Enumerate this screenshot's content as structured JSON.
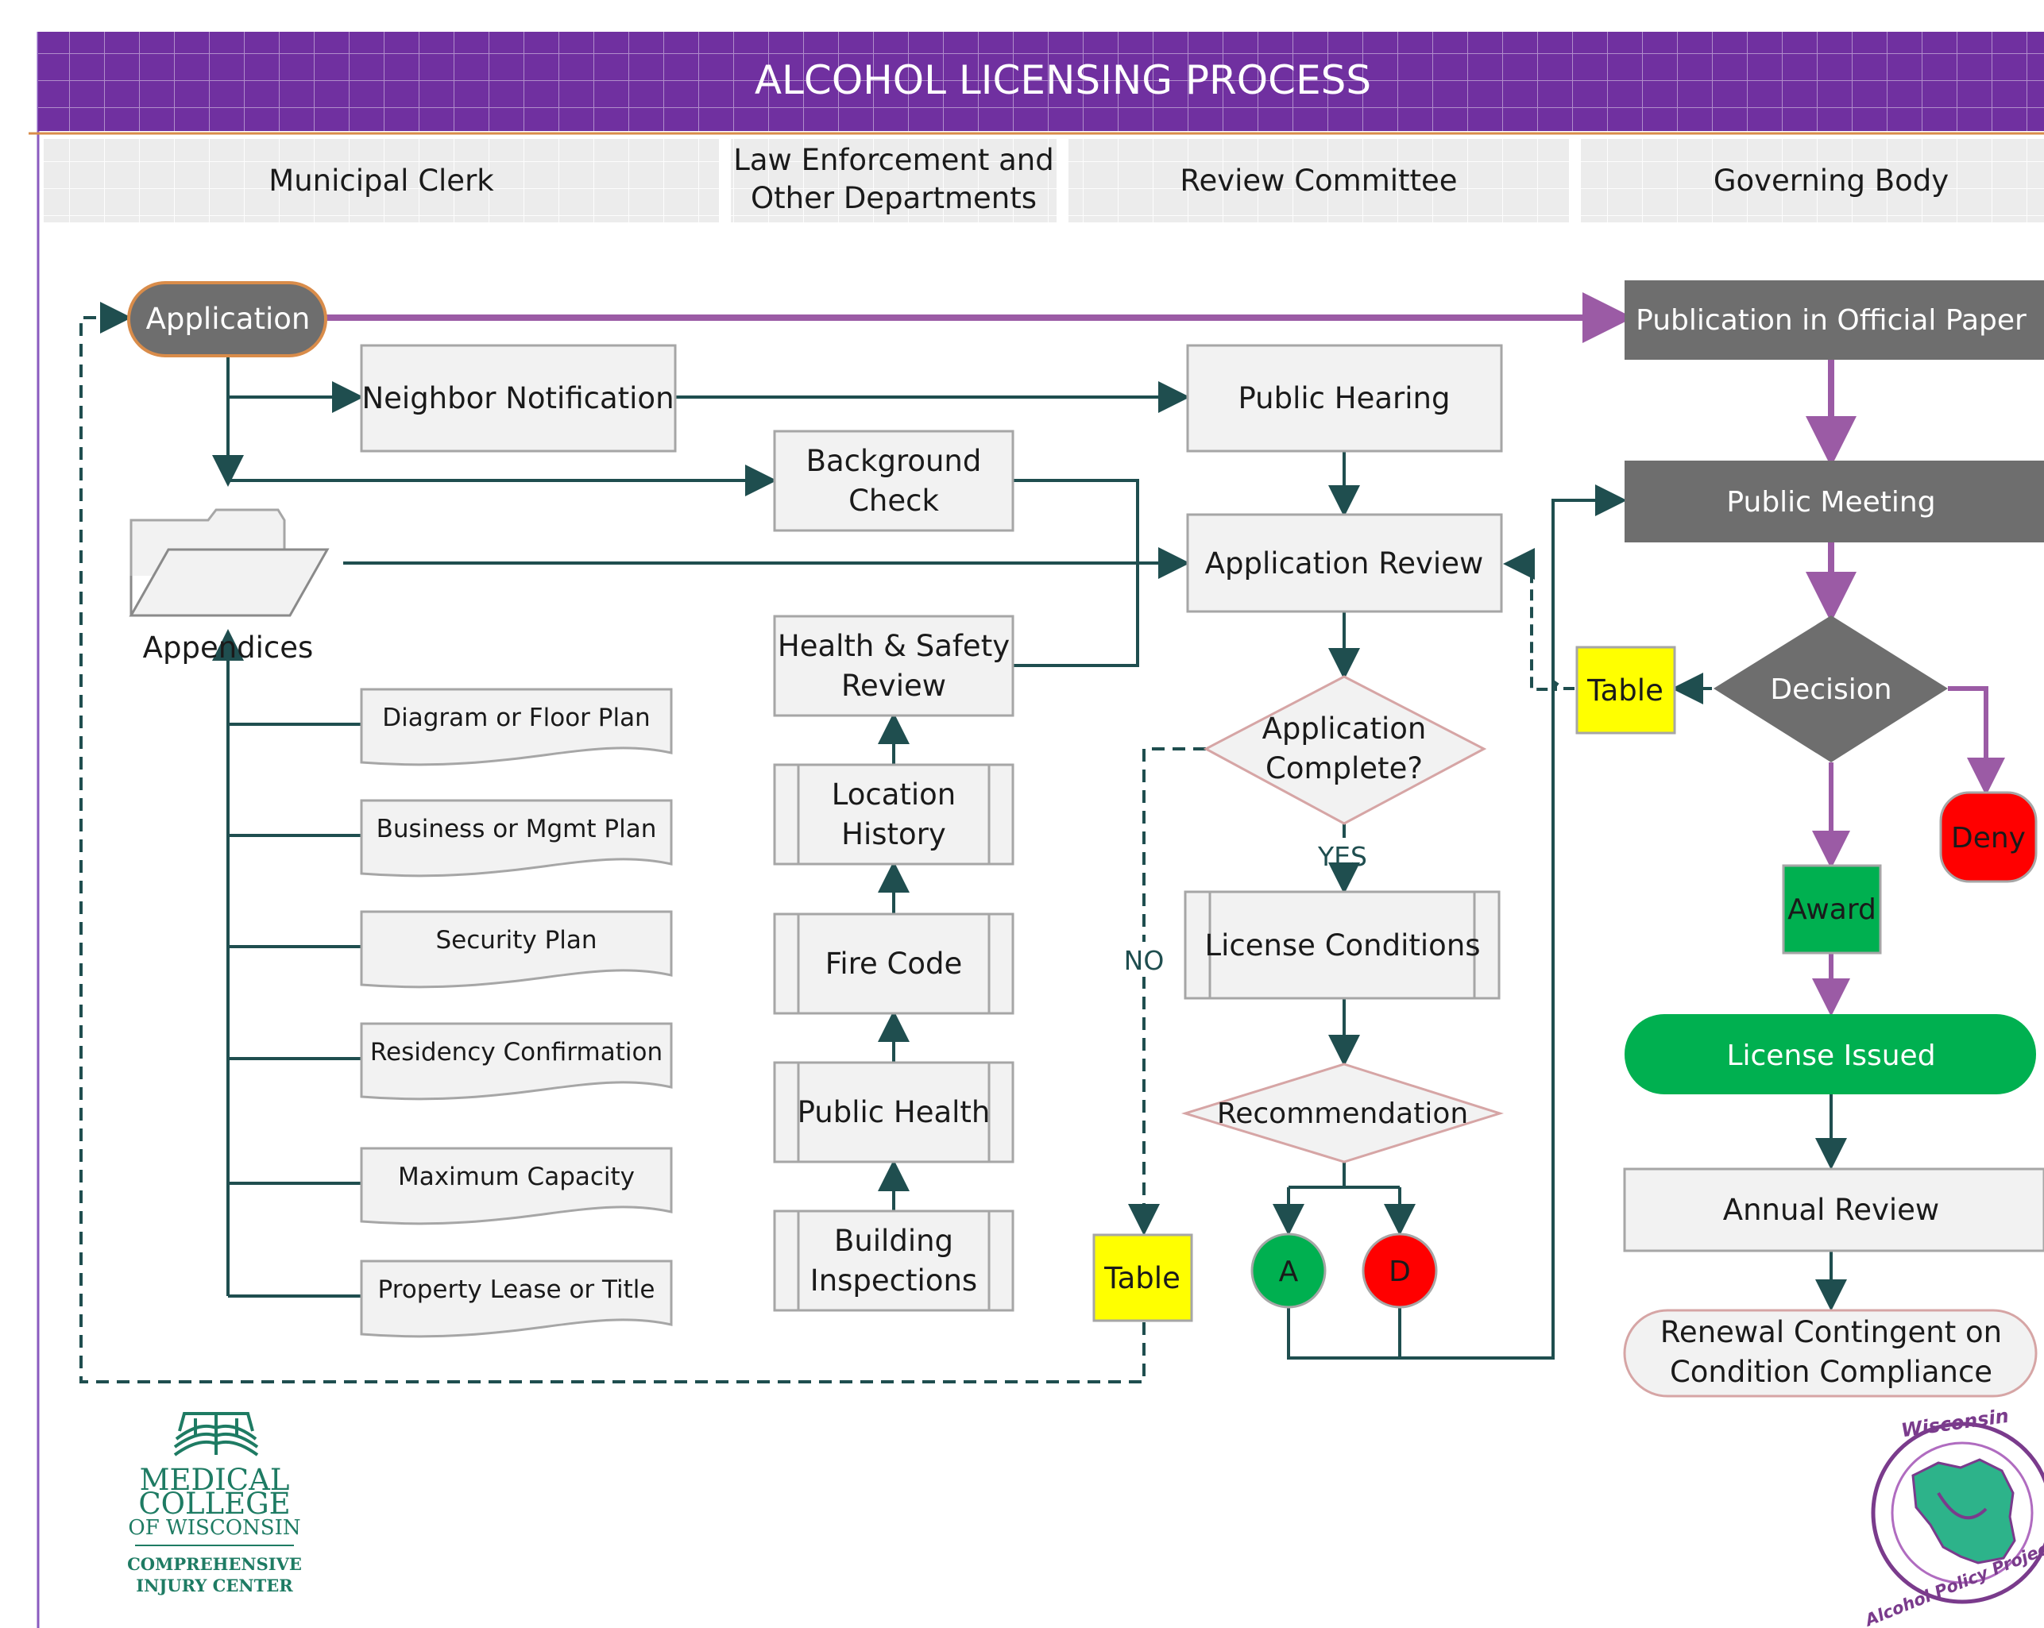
{
  "title": "ALCOHOL LICENSING PROCESS",
  "lanes": [
    "Municipal Clerk",
    "Law Enforcement and\nOther Departments",
    "Review Committee",
    "Governing Body"
  ],
  "nodes": {
    "application": "Application",
    "neighbor_notification": "Neighbor Notification",
    "background_check": "Background\nCheck",
    "appendices": "Appendices",
    "diagram_floor_plan": "Diagram or Floor Plan",
    "business_plan": "Business or Mgmt Plan",
    "security_plan": "Security Plan",
    "residency": "Residency Confirmation",
    "max_capacity": "Maximum Capacity",
    "property_lease": "Property Lease or Title",
    "health_safety": "Health & Safety\nReview",
    "location_history": "Location\nHistory",
    "fire_code": "Fire Code",
    "public_health": "Public Health",
    "building_inspections": "Building\nInspections",
    "public_hearing": "Public Hearing",
    "application_review": "Application Review",
    "application_complete": "Application\nComplete?",
    "yes": "YES",
    "no": "NO",
    "license_conditions": "License Conditions",
    "recommendation": "Recommendation",
    "a": "A",
    "d": "D",
    "table_left": "Table",
    "publication": "Publication in Official Paper",
    "public_meeting": "Public Meeting",
    "decision": "Decision",
    "table_right": "Table",
    "deny": "Deny",
    "award": "Award",
    "license_issued": "License Issued",
    "annual_review": "Annual Review",
    "renewal": "Renewal Contingent on\nCondition Compliance"
  },
  "logos": {
    "mcw": [
      "MEDICAL",
      "COLLEGE",
      "OF WISCONSIN",
      "COMPREHENSIVE",
      "INJURY CENTER"
    ],
    "wapp_top": "Wisconsin",
    "wapp_bottom": "Alcohol Policy Project"
  },
  "colors": {
    "banner": "#7030a0",
    "purple_line": "#9b5ba5",
    "teal_line": "#1f4e4f",
    "box_fill": "#f2f2f2",
    "box_stroke": "#a6a6a6",
    "dark_box": "#6e6e6e",
    "green": "#00b050",
    "red": "#ff0000",
    "yellow": "#ffff00",
    "logo_green": "#1e7b63"
  }
}
